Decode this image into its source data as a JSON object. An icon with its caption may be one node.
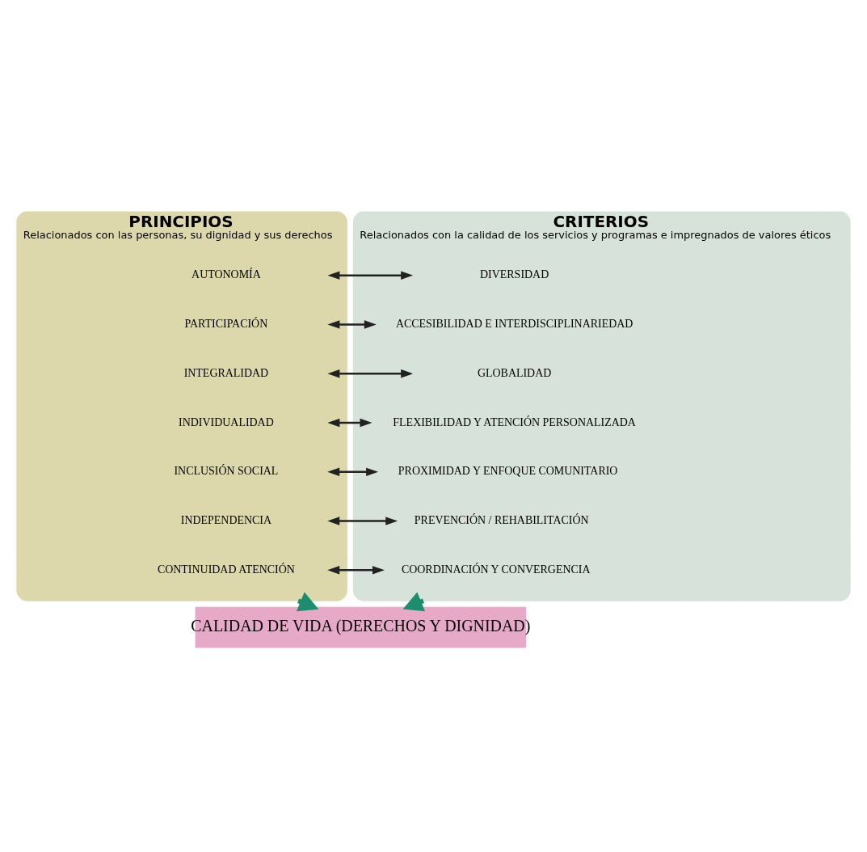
{
  "diagram": {
    "nodes": [
      {
        "text": [
          "PRINCIPIOS",
          "Relacionados con las personas, su dignidad y sus derechos"
        ]
      },
      {
        "text": [
          "AUTONOMÍA"
        ],
        "in": 0
      },
      {
        "text": [
          "PARTICIPACIÓN"
        ],
        "in": 0
      },
      {
        "text": [
          "INTEGRALIDAD"
        ],
        "in": 0
      },
      {
        "text": [
          "INDIVIDUALIDAD"
        ],
        "in": 0
      },
      {
        "text": [
          "INCLUSIÓN SOCIAL"
        ],
        "in": 0
      },
      {
        "text": [
          "INDEPENDENCIA"
        ],
        "in": 0
      },
      {
        "text": [
          "CONTINUIDAD ATENCIÓN"
        ],
        "in": 0
      },
      {
        "text": [
          "CRITERIOS",
          "Relacionados con la calidad de los servicios y programas e impregnados de valores éticos"
        ]
      },
      {
        "text": [
          "DIVERSIDAD"
        ],
        "in": 8
      },
      {
        "text": [
          "ACCESIBILIDAD E INTERDISCIPLINARIEDAD"
        ],
        "in": 8
      },
      {
        "text": [
          "GLOBALIDAD"
        ],
        "in": 8
      },
      {
        "text": [
          "FLEXIBILIDAD Y ATENCIÓN PERSONALIZADA"
        ],
        "in": 8
      },
      {
        "text": [
          "PROXIMIDAD Y ENFOQUE COMUNITARIO"
        ],
        "in": 8
      },
      {
        "text": [
          "PREVENCIÓN / REHABILITACIÓN"
        ],
        "in": 8
      },
      {
        "text": [
          "COORDINACIÓN Y CONVERGENCIA"
        ],
        "in": 8
      },
      {
        "text": [
          "CALIDAD DE VIDA (DERECHOS Y DIGNIDAD)"
        ]
      }
    ],
    "edges": [
      {
        "from": 1,
        "to": 9,
        "arrow": "both"
      },
      {
        "from": 2,
        "to": 10,
        "arrow": "both"
      },
      {
        "from": 3,
        "to": 11,
        "arrow": "both"
      },
      {
        "from": 4,
        "to": 12,
        "arrow": "both"
      },
      {
        "from": 5,
        "to": 13,
        "arrow": "both"
      },
      {
        "from": 6,
        "to": 14,
        "arrow": "both"
      },
      {
        "from": 7,
        "to": 15,
        "arrow": "both"
      },
      {
        "from": 0,
        "to": 16,
        "arrow": "to",
        "style": "thick",
        "color": "#1e8c6e"
      },
      {
        "from": 8,
        "to": 16,
        "arrow": "to",
        "style": "thick",
        "color": "#1e8c6e"
      }
    ]
  }
}
